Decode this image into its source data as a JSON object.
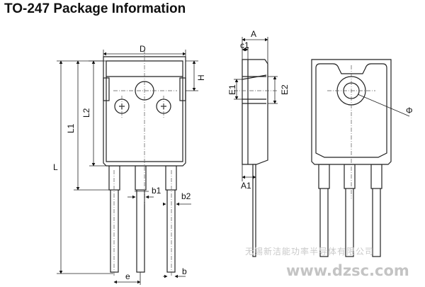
{
  "title": "TO-247 Package Information",
  "labels": {
    "D": "D",
    "L": "L",
    "L1": "L1",
    "L2": "L2",
    "H": "H",
    "b1": "b1",
    "b2": "b2",
    "e": "e",
    "b": "b",
    "A": "A",
    "c1": "c1",
    "E1": "E1",
    "E2": "E2",
    "A1": "A1",
    "phi": "Φ"
  },
  "watermark": {
    "company": "无锡新洁能功率半导体有限公司",
    "site": "www.dzsc.com"
  }
}
